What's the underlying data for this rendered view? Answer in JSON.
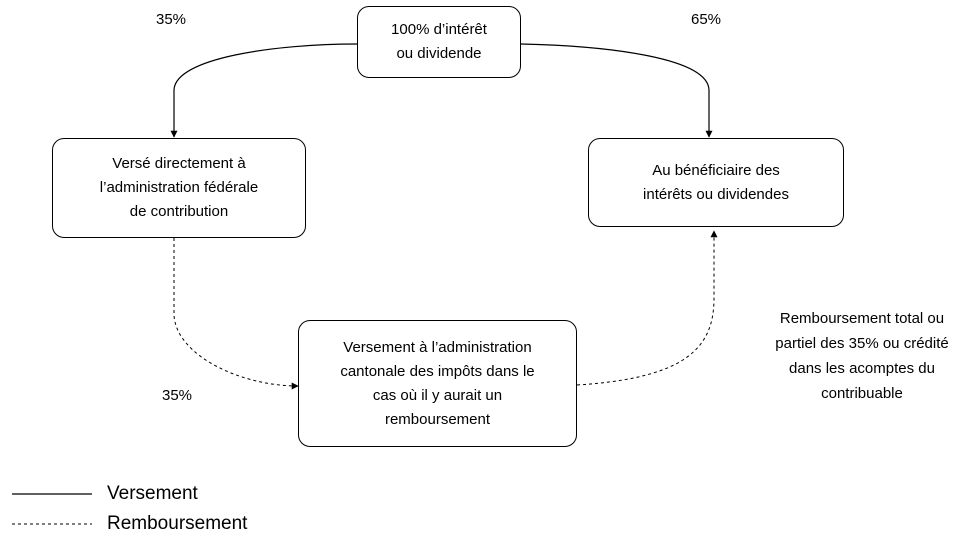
{
  "boxes": {
    "top": {
      "lines": [
        "100% d’intérêt",
        "ou dividende"
      ]
    },
    "left": {
      "lines": [
        "Versé directement à",
        "l’administration fédérale",
        "de contribution"
      ]
    },
    "right": {
      "lines": [
        "Au bénéficiaire des",
        "intérêts ou dividendes"
      ]
    },
    "bottom": {
      "lines": [
        "Versement à l’administration",
        "cantonale des impôts dans le",
        "cas où il y aurait un",
        "remboursement"
      ]
    }
  },
  "labels": {
    "top_left_percent": "35%",
    "top_right_percent": "65%",
    "bottom_left_percent": "35%"
  },
  "note": {
    "lines": [
      "Remboursement total ou",
      "partiel des 35% ou crédité",
      "dans les acomptes du",
      "contribuable"
    ]
  },
  "legend": {
    "solid_label": "Versement",
    "dashed_label": "Remboursement"
  }
}
